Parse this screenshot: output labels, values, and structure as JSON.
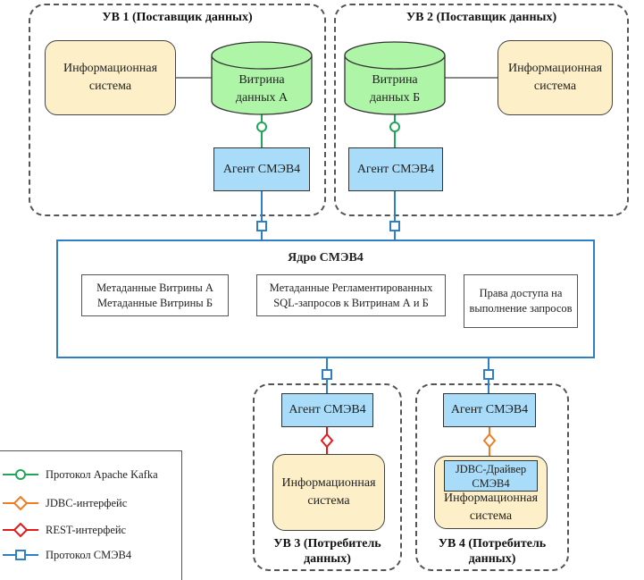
{
  "zones": {
    "uv1": {
      "title": "УВ 1 (Поставщик данных)"
    },
    "uv2": {
      "title": "УВ 2 (Поставщик данных)"
    },
    "uv3": {
      "title_line1": "УВ 3 (Потребитель",
      "title_line2": "данных)"
    },
    "uv4": {
      "title_line1": "УВ 4 (Потребитель",
      "title_line2": "данных)"
    }
  },
  "uv1": {
    "info_system": {
      "line1": "Информационная",
      "line2": "система"
    },
    "datamart": {
      "line1": "Витрина",
      "line2": "данных А"
    },
    "agent": "Агент СМЭВ4"
  },
  "uv2": {
    "info_system": {
      "line1": "Информационная",
      "line2": "система"
    },
    "datamart": {
      "line1": "Витрина",
      "line2": "данных Б"
    },
    "agent": "Агент СМЭВ4"
  },
  "core": {
    "title": "Ядро СМЭВ4",
    "blocks": [
      {
        "line1": "Метаданные Витрины А",
        "line2": "Метаданные Витрины Б"
      },
      {
        "line1": "Метаданные Регламентированных",
        "line2": "SQL-запросов к Витринам А и Б"
      },
      {
        "line1": "Права доступа на",
        "line2": "выполнение запросов"
      }
    ]
  },
  "uv3": {
    "agent": "Агент СМЭВ4",
    "info_system": {
      "line1": "Информационная",
      "line2": "система"
    }
  },
  "uv4": {
    "agent": "Агент СМЭВ4",
    "driver": {
      "line1": "JDBC-Драйвер",
      "line2": "СМЭВ4"
    },
    "info_system": {
      "line1": "Информационная",
      "line2": "система"
    }
  },
  "legend": {
    "items": [
      {
        "label": "Протокол Apache Kafka",
        "marker": "circle",
        "color": "#22a45a"
      },
      {
        "label": "JDBC-интерфейс",
        "marker": "diamond",
        "color": "#ef7d22"
      },
      {
        "label": "REST-интерфейс",
        "marker": "diamond",
        "color": "#e21b1b"
      },
      {
        "label": "Протокол СМЭВ4",
        "marker": "square",
        "color": "#2f7fc7"
      }
    ]
  },
  "colors": {
    "kafka": "#22a45a",
    "jdbc": "#ef7d22",
    "rest": "#e21b1b",
    "smev": "#2f7fc7",
    "info_system_fill": "#fdefc8",
    "datamart_fill": "#aef5a8",
    "agent_fill": "#a8dcf8"
  }
}
